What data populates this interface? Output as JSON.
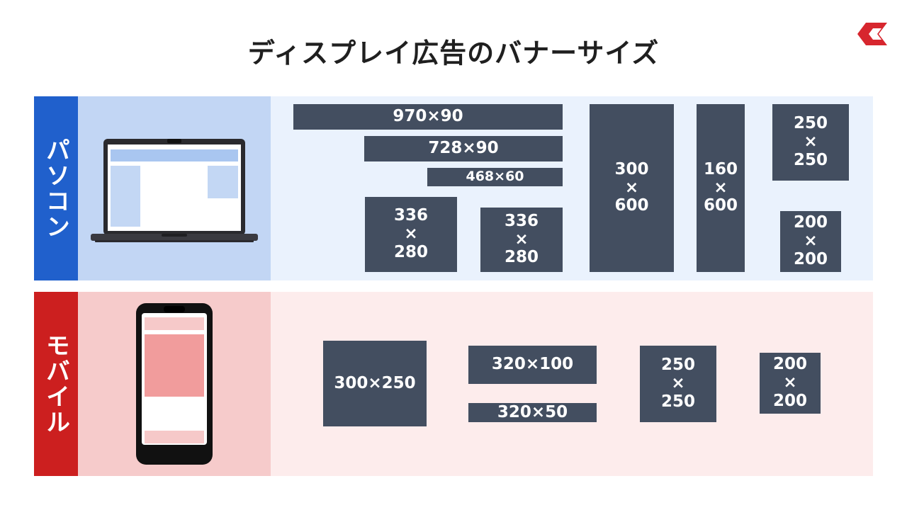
{
  "title": "ディスプレイ広告のバナーサイズ",
  "colors": {
    "pc_accent": "#2060cc",
    "pc_device_bg": "#c2d6f4",
    "pc_sizes_bg": "#eaf2fd",
    "mobile_accent": "#cc1f1f",
    "mobile_device_bg": "#f6cbcb",
    "mobile_sizes_bg": "#fdecec",
    "banner_fill": "#434e60",
    "banner_text": "#ffffff",
    "logo": "#d7262e"
  },
  "pc": {
    "label": "パソコン",
    "icon": "laptop-icon",
    "banners": [
      {
        "id": "970x90",
        "lines": [
          "970×90"
        ]
      },
      {
        "id": "728x90",
        "lines": [
          "728×90"
        ]
      },
      {
        "id": "468x60",
        "lines": [
          "468×60"
        ]
      },
      {
        "id": "336x280-a",
        "lines": [
          "336",
          "×",
          "280"
        ]
      },
      {
        "id": "336x280-b",
        "lines": [
          "336",
          "×",
          "280"
        ]
      },
      {
        "id": "300x600",
        "lines": [
          "300",
          "×",
          "600"
        ]
      },
      {
        "id": "160x600",
        "lines": [
          "160",
          "×",
          "600"
        ]
      },
      {
        "id": "250x250",
        "lines": [
          "250",
          "×",
          "250"
        ]
      },
      {
        "id": "200x200",
        "lines": [
          "200",
          "×",
          "200"
        ]
      }
    ]
  },
  "mobile": {
    "label": "モバイル",
    "icon": "smartphone-icon",
    "banners": [
      {
        "id": "300x250",
        "lines": [
          "300×250"
        ]
      },
      {
        "id": "320x100",
        "lines": [
          "320×100"
        ]
      },
      {
        "id": "320x50",
        "lines": [
          "320×50"
        ]
      },
      {
        "id": "250x250",
        "lines": [
          "250",
          "×",
          "250"
        ]
      },
      {
        "id": "200x200",
        "lines": [
          "200",
          "×",
          "200"
        ]
      }
    ]
  },
  "logo_icon": "brand-logo-icon"
}
